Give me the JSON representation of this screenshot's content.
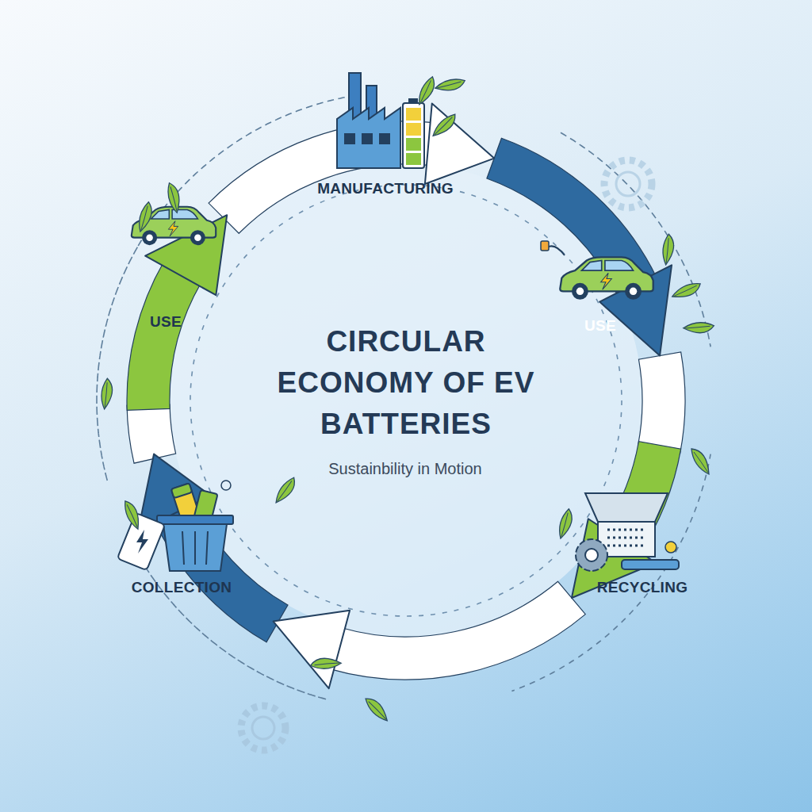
{
  "diagram": {
    "title": "CIRCULAR ECONOMY OF EV BATTERIES",
    "nodes": [
      {
        "text": [
          "MANUFACTURING"
        ]
      },
      {
        "text": [
          "USE"
        ]
      },
      {
        "text": [
          "RECYCLING"
        ]
      },
      {
        "text": [
          "COLLECTION"
        ]
      },
      {
        "text": [
          "USE"
        ]
      }
    ],
    "labels": [
      "Sustainbility in Motion"
    ]
  }
}
